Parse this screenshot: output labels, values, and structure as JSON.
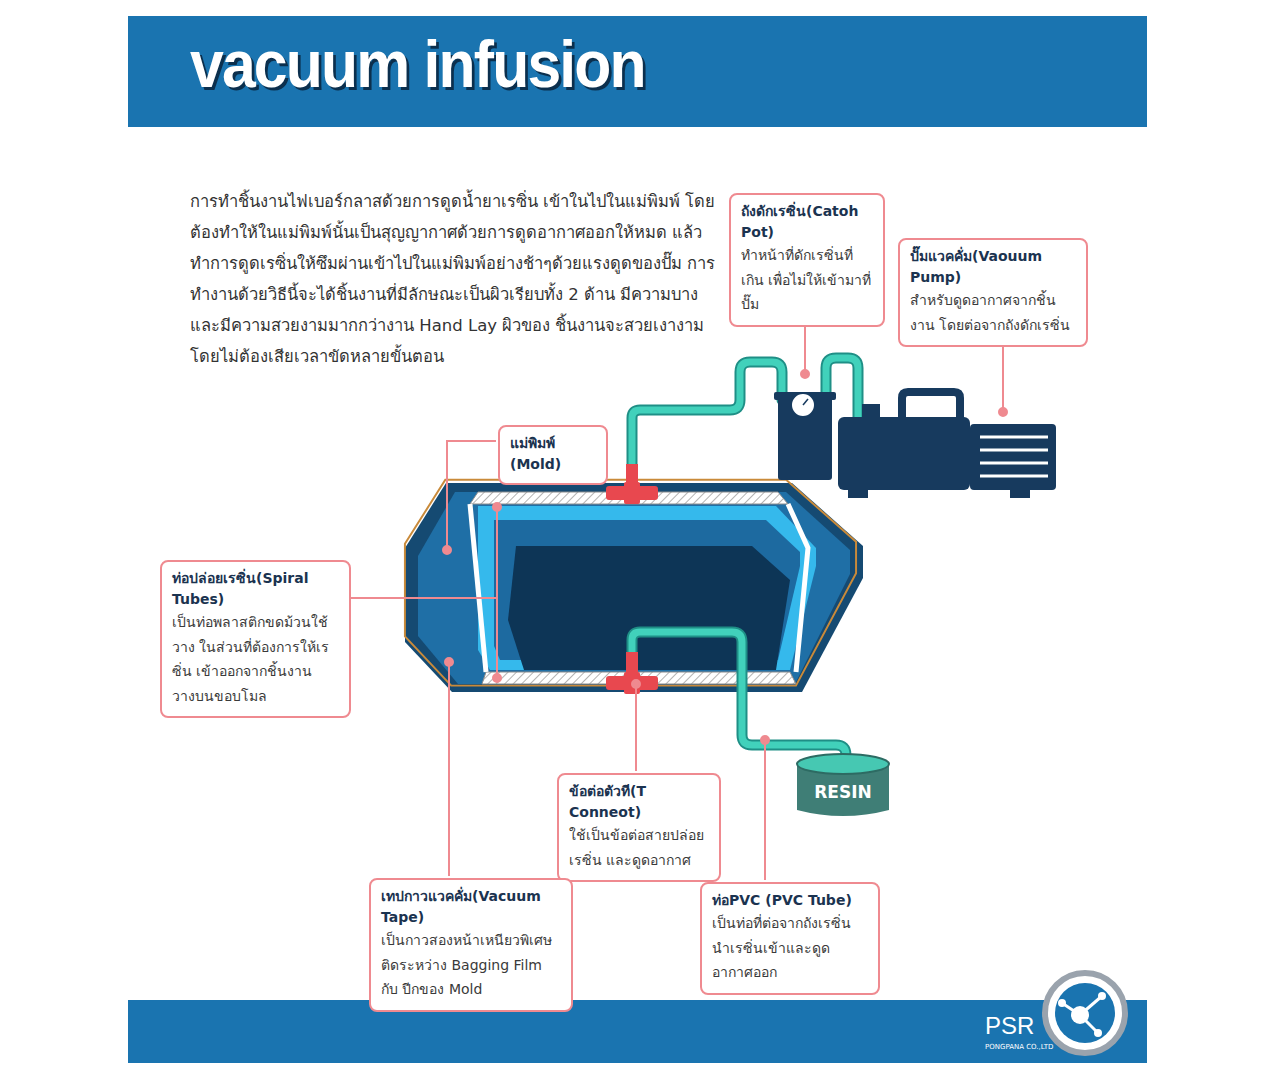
{
  "diagram": {
    "title": "vacuum infusion",
    "nodes": [
      {
        "text": [
          "ถังดักเรซิ่น(Catoh Pot)",
          "ทำหน้าที่ดักเรซิ่นที่เกิน เพื่อไม่ให้เข้ามาที่ปั๊ม"
        ]
      },
      {
        "text": [
          "ปั๊มแวคคั่ม(Vaouum Pump)",
          "สำหรับดูดอากาศจากชิ้นงาน โดยต่อจากถังดักเรซิ่น"
        ]
      },
      {
        "text": [
          "แม่พิมพ์ (Mold)"
        ]
      },
      {
        "text": [
          "ท่อปล่อยเรซิ่น(Spiral Tubes)",
          "เป็นท่อพลาสติกขดม้วนใช้วาง ในส่วนที่ต้องการให้เรซิ่น เข้าออกจากชิ้นงาน วางบนขอบโมล"
        ]
      },
      {
        "text": [
          "RESIN"
        ]
      },
      {
        "text": [
          "ข้อต่อตัวที(T Conneot)",
          "ใช้เป็นข้อต่อสายปล่อยเรซิ่น และดูดอากาศ"
        ]
      },
      {
        "text": [
          "เทปกาวแวคคั่ม(Vacuum Tape)",
          "เป็นกาวสองหน้าเหนียวพิเศษ ติดระหว่าง Bagging Film กับ ปีกของ Mold"
        ]
      },
      {
        "text": [
          "ท่อPVC (PVC Tube)",
          "เป็นท่อที่ต่อจากถังเรซิ่น นำเรซิ่นเข้าและดูดอากาศออก"
        ]
      }
    ],
    "labels": [
      "การทำชิ้นงานไฟเบอร์กลาสด้วยการดูดน้ำยาเรซิ่น เข้าในไปในแม่พิมพ์ โดยต้องทำให้ในแม่พิมพ์นั้นเป็นสุญญากาศด้วยการดูดอากาศออกให้หมด แล้วทำการดูดเรซิ่นให้ซึมผ่านเข้าไปในแม่พิมพ์อย่างช้าๆด้วยแรงดูดของปั๊ม การทำงานด้วยวิธีนี้จะได้ชิ้นงานที่มีลักษณะเป็นผิวเรียบทั้ง 2 ด้าน มีความบางและมีความสวยงามมากกว่างาน  Hand Lay ผิวของ ชิ้นงานจะสวยเงางามโดยไม่ต้องเสียเวลาขัดหลายขั้นตอน",
      "PSR",
      "PONGPANA CO.,LTD"
    ]
  }
}
